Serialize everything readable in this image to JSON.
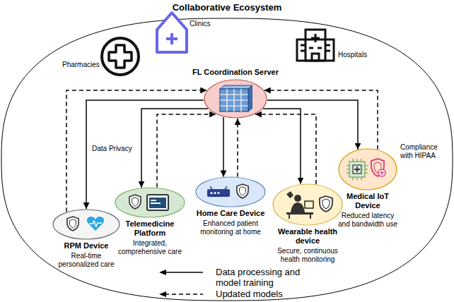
{
  "diagram": {
    "title": "Collaborative Ecosystem",
    "nodes": [
      {
        "text": [
          "FL Coordination Server"
        ]
      },
      {
        "text": [
          "RPM Device",
          "Real-time personalized care"
        ]
      },
      {
        "text": [
          "Telemedicine Platform",
          "Integrated, comprehensive care"
        ]
      },
      {
        "text": [
          "Home Care Device",
          "Enhanced patient monitoring at home"
        ]
      },
      {
        "text": [
          "Wearable health device",
          "Secure, continuous health monitoring"
        ]
      },
      {
        "text": [
          "Medical IoT Device",
          "Reduced latency and bandwidth use"
        ]
      }
    ],
    "edges": [
      {
        "from": 0,
        "to": 1,
        "arrow": "to"
      },
      {
        "from": 1,
        "to": 0,
        "arrow": "to"
      },
      {
        "from": 0,
        "to": 2,
        "arrow": "to"
      },
      {
        "from": 2,
        "to": 0,
        "arrow": "to"
      },
      {
        "from": 0,
        "to": 3,
        "arrow": "to"
      },
      {
        "from": 3,
        "to": 0,
        "arrow": "to"
      },
      {
        "from": 0,
        "to": 4,
        "arrow": "to"
      },
      {
        "from": 4,
        "to": 0,
        "arrow": "to"
      },
      {
        "from": 0,
        "to": 5,
        "arrow": "to"
      },
      {
        "from": 5,
        "to": 0,
        "arrow": "to"
      }
    ],
    "labels": [
      "Pharmacies",
      "Clinics",
      "Hospitals",
      "Data Privacy",
      "Compliance with HIPAA"
    ],
    "legend": [
      {
        "text": "Data processing and model training"
      },
      {
        "text": "Updated models"
      }
    ]
  }
}
